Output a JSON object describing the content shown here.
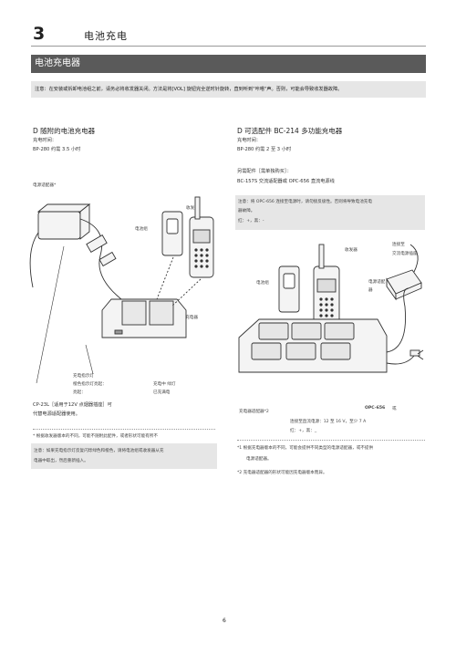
{
  "header": {
    "chapter_number": "3",
    "chapter_title": "电池充电"
  },
  "banner": {
    "title": "电池充电器"
  },
  "top_note": "注意：在安装或拆卸电池组之前，请务必将收发器关闭。方法是将[VOL] 旋钮完全逆时针旋转，直到听到\"咔嗒\"声。否则，可能会导致收发器故障。",
  "left": {
    "heading": "D 随附的电池充电器",
    "charge_time_label": "充电时间：",
    "charge_time_value": "BP-280 约需 3.5 小时",
    "adapter_label": "电源适配器*",
    "battery_label": "电池组",
    "transceiver_label": "收发器",
    "charger_label": "电池充电器",
    "indicator_title": "充电指示灯",
    "indicator_line1": "橙色指示灯亮起：",
    "indicator_line1b": "充电中 绿灯",
    "indicator_line2": "亮起：",
    "indicator_line2b": "已充满电",
    "cp_line1": "CP-23L［适用于12V 点烟器插座］可",
    "cp_line2": "代替电源适配器使用。",
    "footnote": "* 根据收发器版本的不同，可能不随附此配件，或者形状可能有所不",
    "bottom_note_line1": "注意：如果充电指示灯反复闪烁绿色和橙色，请将电池组或收发器从充",
    "bottom_note_line2": "电器中取出，然后重新插入。"
  },
  "right": {
    "heading": "D 可选配件 BC-214 多功能充电器",
    "charge_time_label": "充电时间：",
    "charge_time_value": "BP-280 约需 2 至 3 小时",
    "optional_label": "另需配件［需单独购买］：",
    "optional_value": "BC-157S 交流适配器或 OPC-656 直流电源线",
    "note_line1": "注意：将 OPC-656 连接至电源时，请勿接反极性。否则将导致电池充电",
    "note_line2": "器故障。",
    "note_line3": "红：+，黑：-",
    "transceiver_label": "收发器",
    "battery_label": "电池组",
    "ac_outlet_label": "连接至",
    "ac_outlet_label2": "交流电源插座",
    "adapter_label": "电源适配",
    "adapter_label2": "器",
    "charger_adapter_label": "充电器适配器*2",
    "opc_label": "OPC-656",
    "opc_suffix": "或",
    "dc_line1": "连接至直流电源：12 至 16 V，至少 7 A",
    "dc_line2": "红：+，黑：_",
    "footnote1": "*1 根据充电器版本的不同，可能会提供不同类型的电源适配器，或不提供",
    "footnote1b": "电源适配器。",
    "footnote2": "*2 充电器适配器的形状可能因充电器版本而异。"
  },
  "page_number": "6"
}
